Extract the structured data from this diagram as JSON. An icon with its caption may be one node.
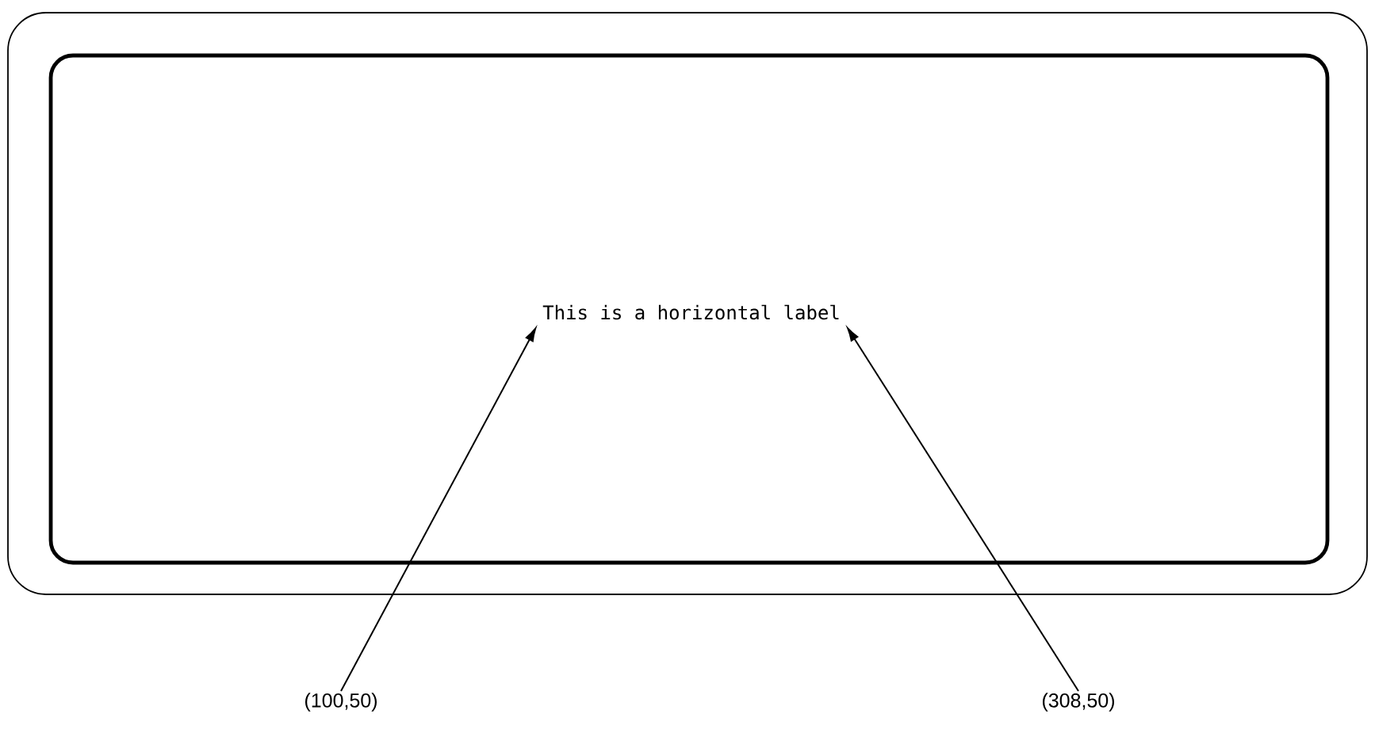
{
  "diagram": {
    "nodes": [
      {
        "text": [],
        "shape": "box"
      },
      {
        "text": [],
        "shape": "box",
        "in": 0
      },
      {
        "text": [
          "This is a horizontal label"
        ],
        "in": 1
      },
      {
        "text": [
          "(100,50)"
        ]
      },
      {
        "text": [
          "(308,50)"
        ]
      }
    ],
    "edges": [
      {
        "from": 3,
        "to": 2,
        "arrow": "to"
      },
      {
        "from": 4,
        "to": 2,
        "arrow": "to"
      }
    ]
  }
}
